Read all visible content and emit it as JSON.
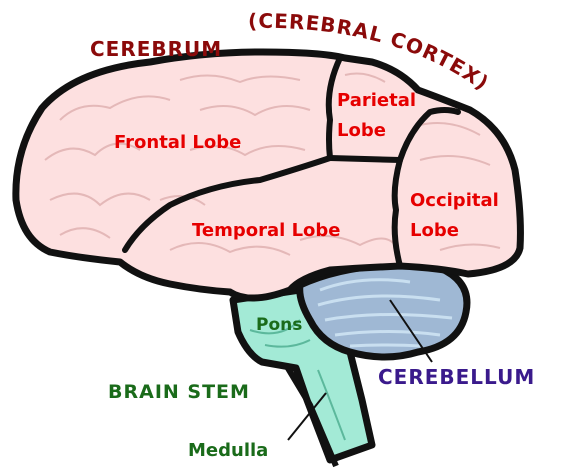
{
  "diagram": {
    "cerebrum_title_part1": "CEREBRUM",
    "cerebrum_title_part2": "(CEREBRAL CORTEX)",
    "frontal": "Frontal Lobe",
    "parietal_line1": "Parietal",
    "parietal_line2": "Lobe",
    "temporal": "Temporal Lobe",
    "occipital_line1": "Occipital",
    "occipital_line2": "Lobe",
    "pons": "Pons",
    "brain_stem": "BRAIN STEM",
    "cerebellum": "CEREBELLUM",
    "medulla": "Medulla"
  },
  "colors": {
    "cortex_fill": "#fde0e0",
    "outline": "#111111",
    "cortex_label": "#e60000",
    "title": "#8b0a0a",
    "stem_fill": "#a3ead6",
    "stem_label": "#1a6b1a",
    "cerebellum_fill": "#9fb8d4",
    "cerebellum_label": "#3a1a8c"
  }
}
